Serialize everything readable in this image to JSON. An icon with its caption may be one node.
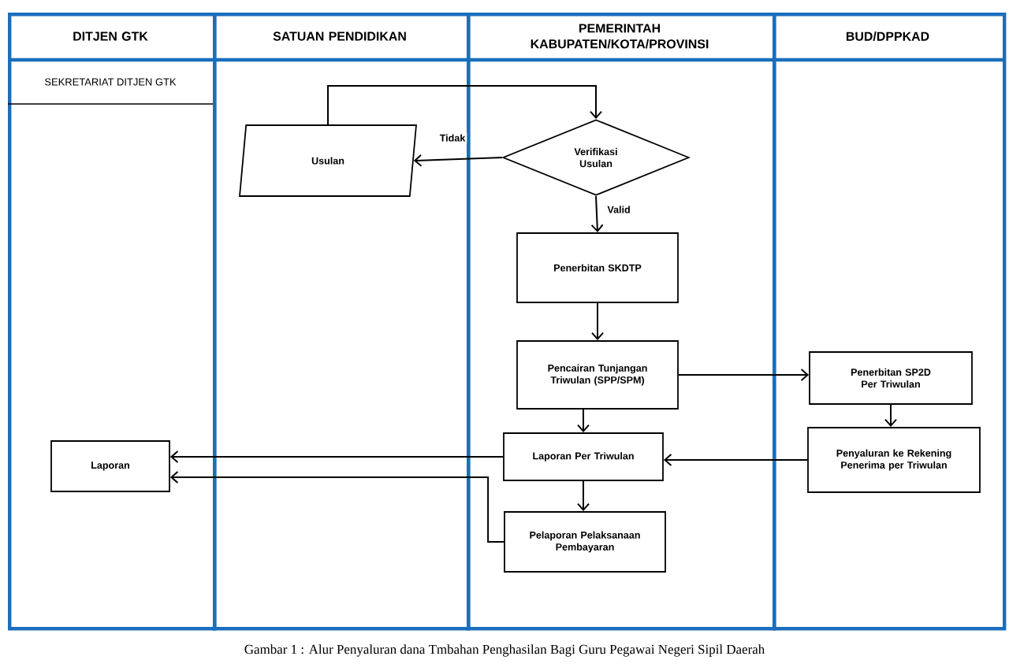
{
  "diagram": {
    "caption": "Gambar 1 : Alur Penyaluran dana Tmbahan Penghasilan Bagi Guru Pegawai Negeri Sipil Daerah",
    "nodes": [
      {
        "text": [
          "DITJEN GTK"
        ]
      },
      {
        "text": [
          "SATUAN PENDIDIKAN"
        ]
      },
      {
        "text": [
          "PEMERINTAH KABUPATEN/KOTA/PROVINSI"
        ]
      },
      {
        "text": [
          "BUD/DPPKAD"
        ]
      },
      {
        "text": [
          "SEKRETARIAT DITJEN GTK"
        ],
        "in": 0
      },
      {
        "text": [
          "Usulan"
        ],
        "in": 1
      },
      {
        "text": [
          "Verifikasi Usulan"
        ],
        "in": 2
      },
      {
        "text": [
          "Penerbitan SKDTP"
        ],
        "in": 2
      },
      {
        "text": [
          "Pencairan Tunjangan Triwulan (SPP/SPM)"
        ],
        "in": 2
      },
      {
        "text": [
          "Penerbitan SP2D Per Triwulan"
        ],
        "in": 3
      },
      {
        "text": [
          "Penyaluran ke Rekening Penerima per Triwulan"
        ],
        "in": 3
      },
      {
        "text": [
          "Laporan Per Triwulan"
        ],
        "in": 2
      },
      {
        "text": [
          "Pelaporan Pelaksanaan Pembayaran"
        ],
        "in": 2
      },
      {
        "text": [
          "Laporan"
        ],
        "in": 0
      }
    ],
    "edges": [
      {
        "from": 5,
        "to": 6,
        "arrow": "to"
      },
      {
        "from": 6,
        "to": 5,
        "arrow": "to",
        "label": "Tidak"
      },
      {
        "from": 6,
        "to": 7,
        "arrow": "to",
        "label": "Valid"
      },
      {
        "from": 7,
        "to": 8,
        "arrow": "to"
      },
      {
        "from": 8,
        "to": 9,
        "arrow": "to"
      },
      {
        "from": 9,
        "to": 10,
        "arrow": "to"
      },
      {
        "from": 8,
        "to": 11,
        "arrow": "to"
      },
      {
        "from": 10,
        "to": 11,
        "arrow": "to"
      },
      {
        "from": 11,
        "to": 13,
        "arrow": "to"
      },
      {
        "from": 11,
        "to": 12,
        "arrow": "to"
      },
      {
        "from": 12,
        "to": 13,
        "arrow": "to"
      }
    ]
  }
}
